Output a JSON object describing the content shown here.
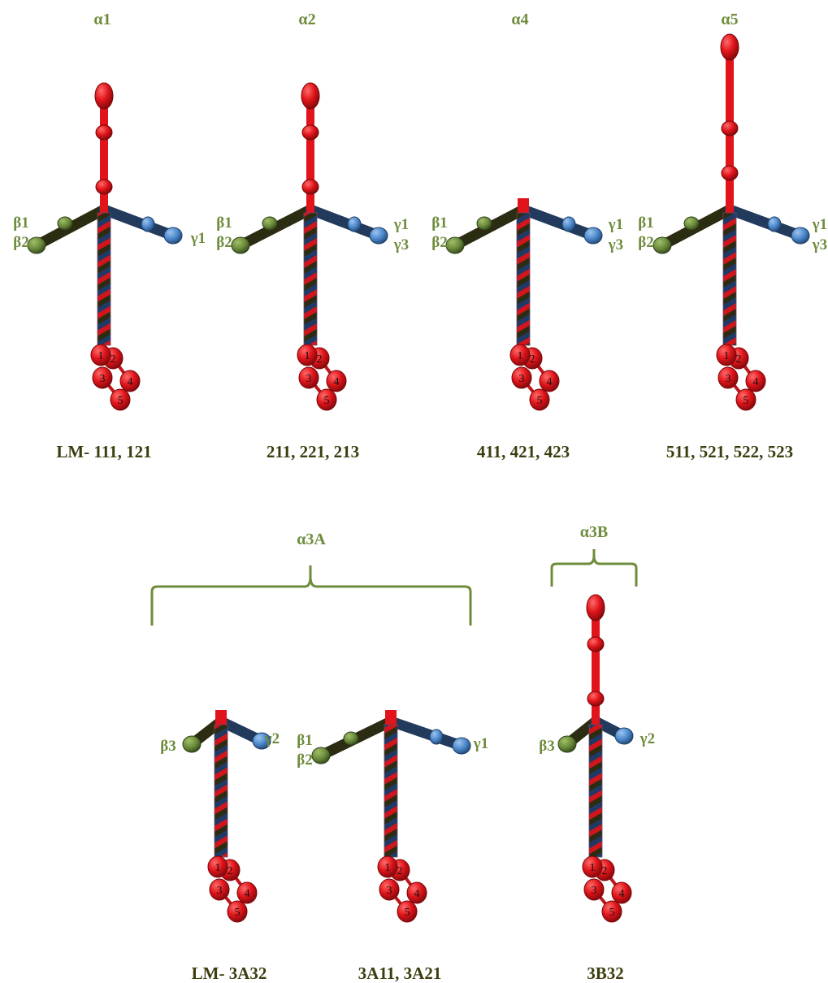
{
  "colors": {
    "alpha": "#e0141a",
    "beta": "#6b8a3a",
    "beta_arm": "#2c2c12",
    "gamma": "#4a86c9",
    "gamma_arm": "#223a5c",
    "label_green": "#6e8c3c",
    "label_dark": "#3d3d10",
    "bracket": "#6e8c3c"
  },
  "molecules": [
    {
      "alpha_label": "α1",
      "beta_labels": [
        "β1",
        "β2"
      ],
      "gamma_labels": [
        "γ1"
      ],
      "isoforms": "LM- 111, 121",
      "alpha_short_arm": "long",
      "gamma_arm": "long"
    },
    {
      "alpha_label": "α2",
      "beta_labels": [
        "β1",
        "β2"
      ],
      "gamma_labels": [
        "γ1",
        "γ3"
      ],
      "isoforms": "211, 221, 213",
      "alpha_short_arm": "long",
      "gamma_arm": "long"
    },
    {
      "alpha_label": "α4",
      "beta_labels": [
        "β1",
        "β2"
      ],
      "gamma_labels": [
        "γ1",
        "γ3"
      ],
      "isoforms": "411, 421, 423",
      "alpha_short_arm": "none",
      "gamma_arm": "long"
    },
    {
      "alpha_label": "α5",
      "beta_labels": [
        "β1",
        "β2"
      ],
      "gamma_labels": [
        "γ1",
        "γ3"
      ],
      "isoforms": "511, 521, 522, 523",
      "alpha_short_arm": "extra-long",
      "gamma_arm": "long"
    },
    {
      "alpha_label": "",
      "beta_labels": [
        "β3"
      ],
      "gamma_labels": [
        "γ2"
      ],
      "isoforms": "LM- 3A32",
      "alpha_short_arm": "none",
      "gamma_arm": "short"
    },
    {
      "alpha_label": "",
      "beta_labels": [
        "β1",
        "β2"
      ],
      "gamma_labels": [
        "γ1"
      ],
      "isoforms": "3A11, 3A21",
      "alpha_short_arm": "none",
      "gamma_arm": "long"
    },
    {
      "alpha_label": "",
      "beta_labels": [
        "β3"
      ],
      "gamma_labels": [
        "γ2"
      ],
      "isoforms": "3B32",
      "alpha_short_arm": "long",
      "gamma_arm": "short"
    }
  ],
  "groups": [
    {
      "label": "α3A"
    },
    {
      "label": "α3B"
    }
  ],
  "lg_domains": [
    "1",
    "2",
    "3",
    "4",
    "5"
  ]
}
